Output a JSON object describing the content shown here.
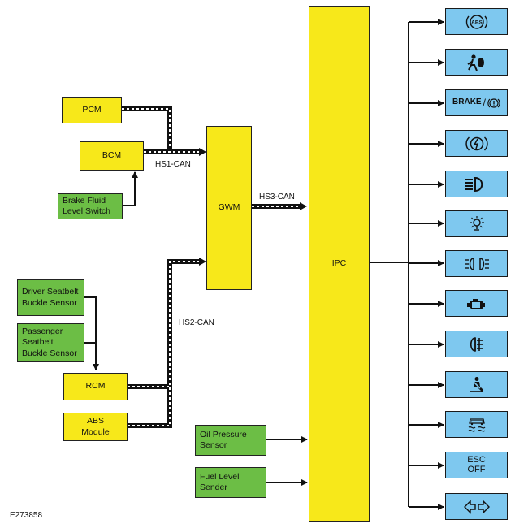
{
  "modules": {
    "pcm": "PCM",
    "bcm": "BCM",
    "brake_fluid": "Brake Fluid Level Switch",
    "gwm": "GWM",
    "ipc": "IPC",
    "driver_seatbelt": "Driver Seatbelt Buckle Sensor",
    "passenger_seatbelt": "Passenger Seatbelt Buckle Sensor",
    "rcm": "RCM",
    "abs_module": "ABS Module",
    "oil_pressure": "Oil Pressure Sensor",
    "fuel_level": "Fuel Level Sender"
  },
  "buses": {
    "hs1": "HS1-CAN",
    "hs2": "HS2-CAN",
    "hs3": "HS3-CAN"
  },
  "indicators": {
    "abs_text": "ABS",
    "brake_text": "BRAKE",
    "brake_symbol": "(!)",
    "esc_line1": "ESC",
    "esc_line2": "OFF",
    "icons": [
      "abs-warning-icon",
      "airbag-icon",
      "brake-warning-icon",
      "parking-brake-icon",
      "high-beam-icon",
      "sidelamp-icon",
      "front-fog-lamp-icon",
      "engine-malfunction-icon",
      "rear-fog-lamp-icon",
      "seatbelt-icon",
      "stability-control-icon",
      "esc-off-icon",
      "turn-signal-icon"
    ]
  },
  "colors": {
    "module_yellow": "#f7e81a",
    "sensor_green": "#6cbe45",
    "indicator_blue": "#7ec8ef"
  },
  "figure_ref": "E273858"
}
